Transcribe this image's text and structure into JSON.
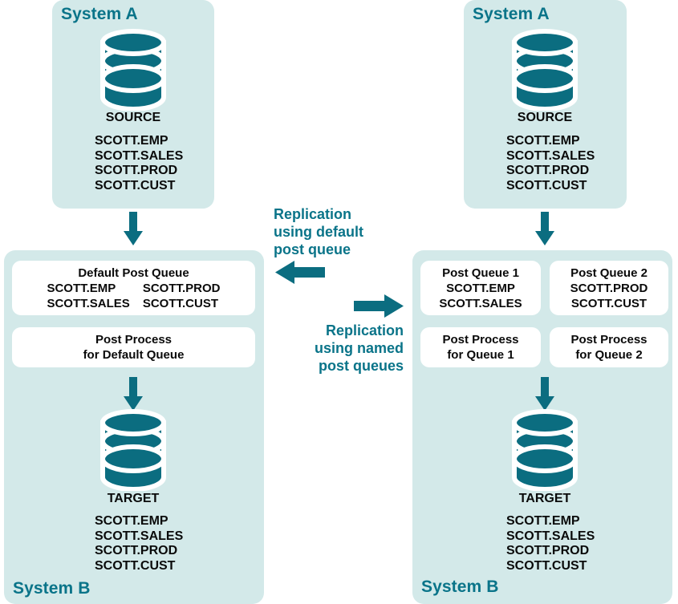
{
  "colors": {
    "panel_bg": "#d3e9e9",
    "accent_teal": "#0a7489",
    "cylinder": "#0b6d80",
    "box_white": "#ffffff",
    "text_black": "#0a0a0a"
  },
  "left_diagram": {
    "source_panel": {
      "title": "System A",
      "db_label": "SOURCE",
      "tables": [
        "SCOTT.EMP",
        "SCOTT.SALES",
        "SCOTT.PROD",
        "SCOTT.CUST"
      ]
    },
    "target_panel": {
      "title": "System B",
      "queue_box": {
        "header": "Default Post Queue",
        "col1": [
          "SCOTT.EMP",
          "SCOTT.SALES"
        ],
        "col2": [
          "SCOTT.PROD",
          "SCOTT.CUST"
        ]
      },
      "process_box": {
        "line1": "Post Process",
        "line2": "for Default Queue"
      },
      "db_label": "TARGET",
      "tables": [
        "SCOTT.EMP",
        "SCOTT.SALES",
        "SCOTT.PROD",
        "SCOTT.CUST"
      ]
    }
  },
  "right_diagram": {
    "source_panel": {
      "title": "System A",
      "db_label": "SOURCE",
      "tables": [
        "SCOTT.EMP",
        "SCOTT.SALES",
        "SCOTT.PROD",
        "SCOTT.CUST"
      ]
    },
    "target_panel": {
      "title": "System B",
      "queue_box_1": {
        "header": "Post Queue 1",
        "tables": [
          "SCOTT.EMP",
          "SCOTT.SALES"
        ]
      },
      "queue_box_2": {
        "header": "Post Queue 2",
        "tables": [
          "SCOTT.PROD",
          "SCOTT.CUST"
        ]
      },
      "process_box_1": {
        "line1": "Post Process",
        "line2": "for Queue 1"
      },
      "process_box_2": {
        "line1": "Post Process",
        "line2": "for Queue 2"
      },
      "db_label": "TARGET",
      "tables": [
        "SCOTT.EMP",
        "SCOTT.SALES",
        "SCOTT.PROD",
        "SCOTT.CUST"
      ]
    }
  },
  "center": {
    "caption_default": {
      "line1": "Replication",
      "line2": "using default",
      "line3": "post queue"
    },
    "caption_named": {
      "line1": "Replication",
      "line2": "using named",
      "line3": "post queues"
    }
  }
}
